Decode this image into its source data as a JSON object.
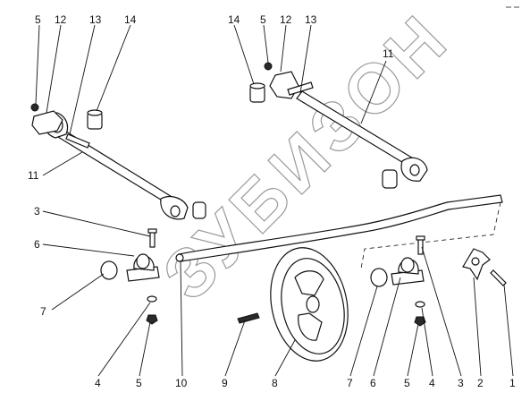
{
  "watermark": {
    "text": "ЗУБИЗОН"
  },
  "callouts": {
    "tl_5": "5",
    "tl_12": "12",
    "tl_13": "13",
    "tl_14": "14",
    "tl_11": "11",
    "tr_14": "14",
    "tr_5": "5",
    "tr_12": "12",
    "tr_13": "13",
    "tr_11": "11",
    "l_3": "3",
    "l_6": "6",
    "l_7": "7",
    "l_4": "4",
    "l_5": "5",
    "b_10": "10",
    "b_9": "9",
    "b_8": "8",
    "r_7": "7",
    "r_6": "6",
    "r_5": "5",
    "r_4": "4",
    "r_3": "3",
    "r_2": "2",
    "r_1": "1"
  },
  "parts": {
    "nut": "nut-icon",
    "bolt": "bolt-icon",
    "clamp": "clamp-icon",
    "bushing": "bushing-icon",
    "rod": "tie-rod-icon",
    "shaft": "shaft-icon",
    "bearing": "bearing-housing-icon",
    "washer": "washer-icon",
    "sprocket": "sprocket-icon",
    "wheel": "wheel-icon",
    "key": "key-icon"
  }
}
